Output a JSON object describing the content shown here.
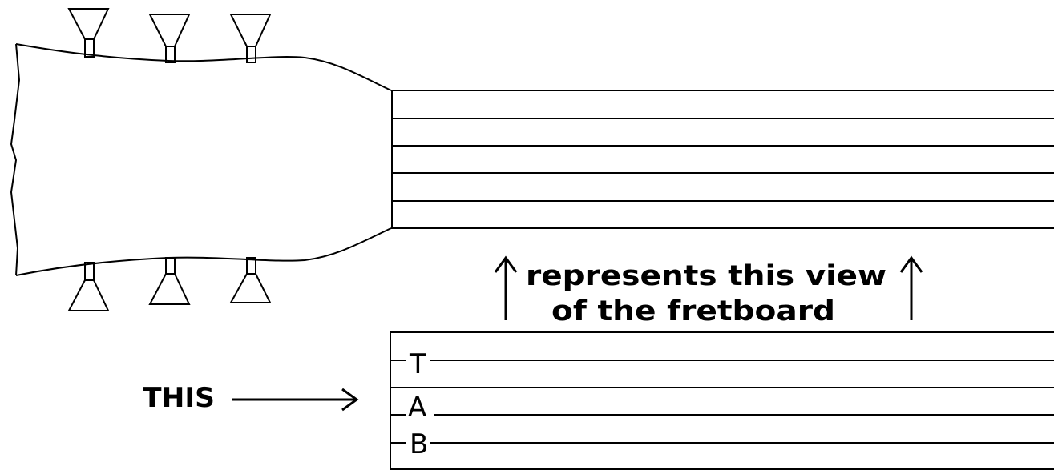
{
  "caption": {
    "line1": "represents this view",
    "line2": "of the fretboard"
  },
  "pointer": {
    "label": "THIS"
  },
  "tab": {
    "letters": [
      "T",
      "A",
      "B"
    ]
  },
  "colors": {
    "ink": "#000000",
    "paper": "#ffffff"
  },
  "icons": [
    "up-arrow-icon",
    "right-arrow-icon",
    "tuning-peg-icon"
  ]
}
